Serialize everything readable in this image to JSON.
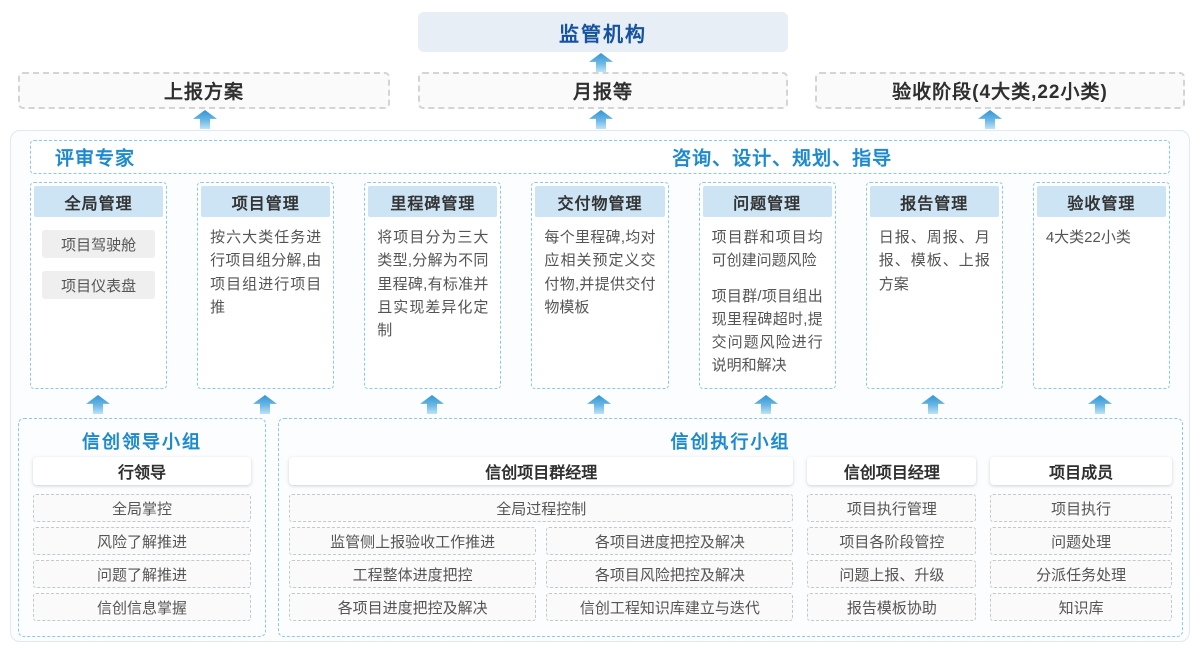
{
  "top": {
    "regulator_label": "监管机构"
  },
  "report_row": {
    "plan_label": "上报方案",
    "monthly_label": "月报等",
    "acceptance_label": "验收阶段(4大类,22小类)"
  },
  "panel": {
    "experts_label": "评审专家",
    "consult_label": "咨询、设计、规划、指导",
    "columns": [
      {
        "title": "全局管理",
        "chips": [
          "项目驾驶舱",
          "项目仪表盘"
        ]
      },
      {
        "title": "项目管理",
        "paras": [
          "按六大类任务进行项目组分解,由项目组进行项目推"
        ]
      },
      {
        "title": "里程碑管理",
        "paras": [
          "将项目分为三大类型,分解为不同里程碑,有标准并且实现差异化定制"
        ]
      },
      {
        "title": "交付物管理",
        "paras": [
          "每个里程碑,均对应相关预定义交付物,并提供交付物模板"
        ]
      },
      {
        "title": "问题管理",
        "paras": [
          "项目群和项目均可创建问题风险",
          "项目群/项目组出现里程碑超时,提交问题风险进行说明和解决"
        ]
      },
      {
        "title": "报告管理",
        "paras": [
          "日报、周报、月报、模板、上报方案"
        ]
      },
      {
        "title": "验收管理",
        "paras": [
          "4大类22小类"
        ]
      }
    ]
  },
  "groups": {
    "leader": {
      "title": "信创领导小组",
      "role": "行领导",
      "items": [
        "全局掌控",
        "风险了解推进",
        "问题了解推进",
        "信创信息掌握"
      ]
    },
    "exec": {
      "title": "信创执行小组",
      "program_manager": {
        "role": "信创项目群经理",
        "full_item": "全局过程控制",
        "rows": [
          [
            "监管侧上报验收工作推进",
            "各项目进度把控及解决"
          ],
          [
            "工程整体进度把控",
            "各项目风险把控及解决"
          ],
          [
            "各项目进度把控及解决",
            "信创工程知识库建立与迭代"
          ]
        ]
      },
      "project_manager": {
        "role": "信创项目经理",
        "items": [
          "项目执行管理",
          "项目各阶段管控",
          "问题上报、升级",
          "报告模板协助"
        ]
      },
      "member": {
        "role": "项目成员",
        "items": [
          "项目执行",
          "问题处理",
          "分派任务处理",
          "知识库"
        ]
      }
    }
  },
  "colors": {
    "accent_blue": "#1e8ace",
    "dark_blue": "#1553a0",
    "header_bg": "#cde4f4",
    "dashed_blue": "#8cc8ec",
    "arrow_blue": "#2f96d4"
  }
}
